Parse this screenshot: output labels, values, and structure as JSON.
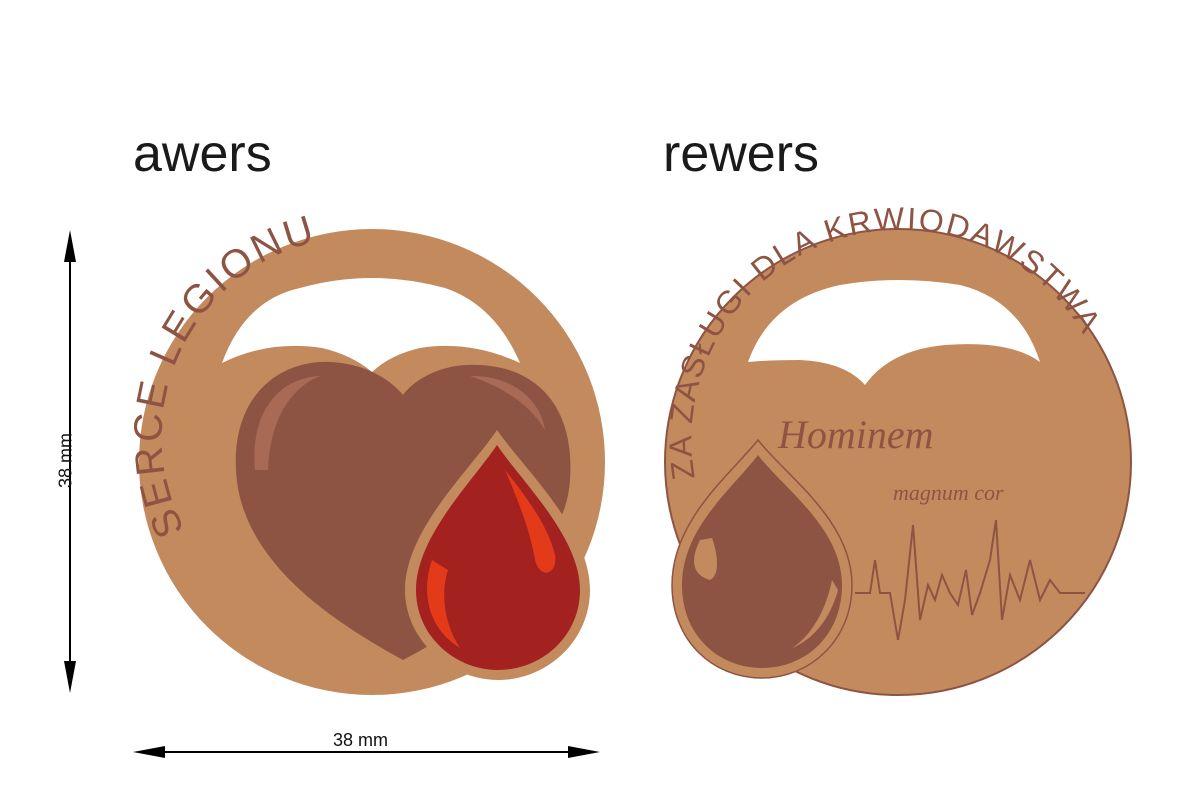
{
  "labels": {
    "front_title": "awers",
    "back_title": "rewers"
  },
  "dimensions": {
    "width_label": "38 mm",
    "height_label": "38 mm"
  },
  "front": {
    "ring_text": "SERCE LEGIONU"
  },
  "back": {
    "ring_text": "ZA ZASŁUGI DLA KRWIODAWSTWA",
    "motto_line1": "Hominem",
    "motto_line2": "magnum cor"
  },
  "colors": {
    "bronze": "#c38a5e",
    "bronze_text": "#8e5443",
    "heart": "#8e5443",
    "heart_highlight": "#a86a55",
    "drop_red": "#a3211f",
    "drop_bright": "#e33a1a",
    "back_outline": "#8e5443"
  }
}
